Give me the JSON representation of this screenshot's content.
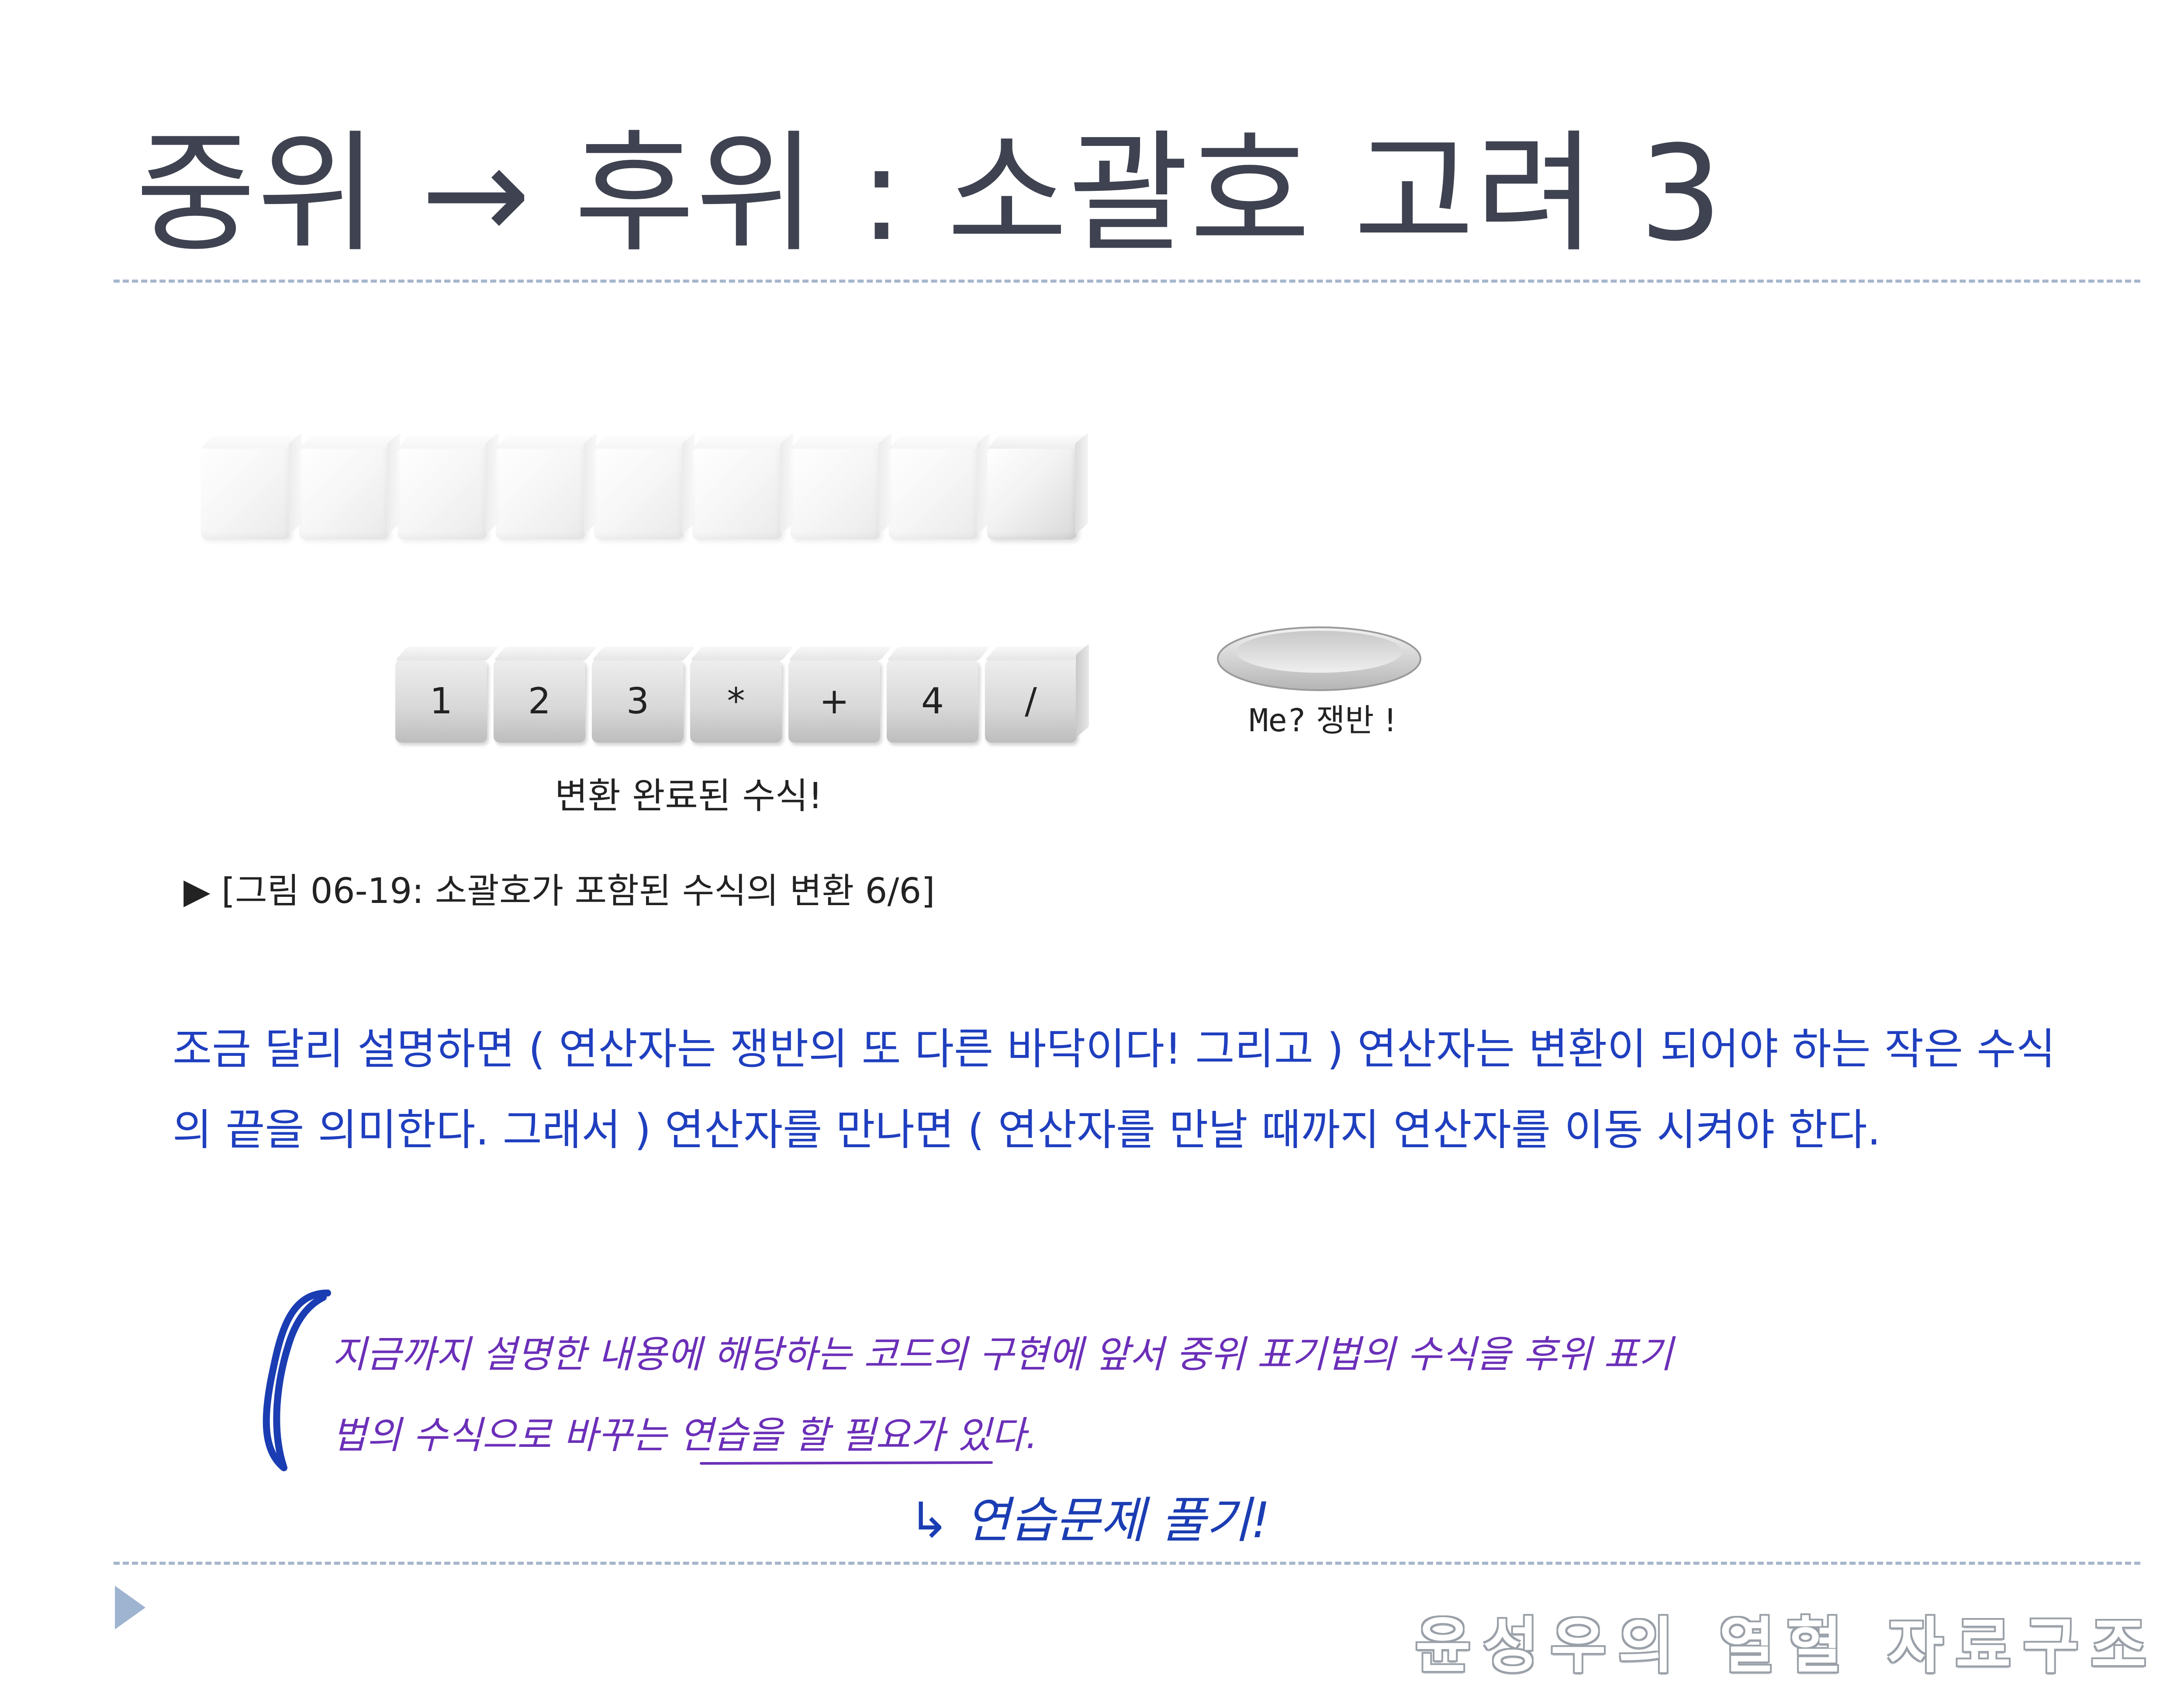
{
  "title": "중위 → 후위 : 소괄호 고려 3",
  "figure": {
    "tokens": [
      "1",
      "2",
      "3",
      "*",
      "+",
      "4",
      "/"
    ],
    "converted_label": "변환 완료된 수식!",
    "tray_label_prefix": "Me?",
    "tray_label_suffix": "쟁반 !",
    "caption": "▶ [그림 06-19: 소괄호가 포함된 수식의 변환 6/6]"
  },
  "body": {
    "text": "조금 달리 설명하면 ( 연산자는 쟁반의 또 다른 바닥이다! 그리고 ) 연산자는 변환이 되어야 하는 작은 수식의 끝을 의미한다. 그래서 ) 연산자를 만나면 ( 연산자를 만날 때까지 연산자를 이동 시켜야 한다."
  },
  "handwritten": {
    "line1": "지금까지 설명한 내용에 해당하는 코드의 구현에 앞서 중위 표기법의 수식을 후위 표기",
    "line2": "법의 수식으로 바꾸는 연습을 할 필요가 있다.",
    "note": "↳ 연습문제 풀기!"
  },
  "footer": {
    "text": "윤성우의 열혈 자료구조"
  },
  "colors": {
    "title": "#3f4250",
    "body_text": "#1f3fbf",
    "handwriting_purple": "#6b2fb8",
    "handwriting_blue": "#1b3db3",
    "divider": "#a6b6cc",
    "footer_arrow": "#9fb4d0"
  }
}
